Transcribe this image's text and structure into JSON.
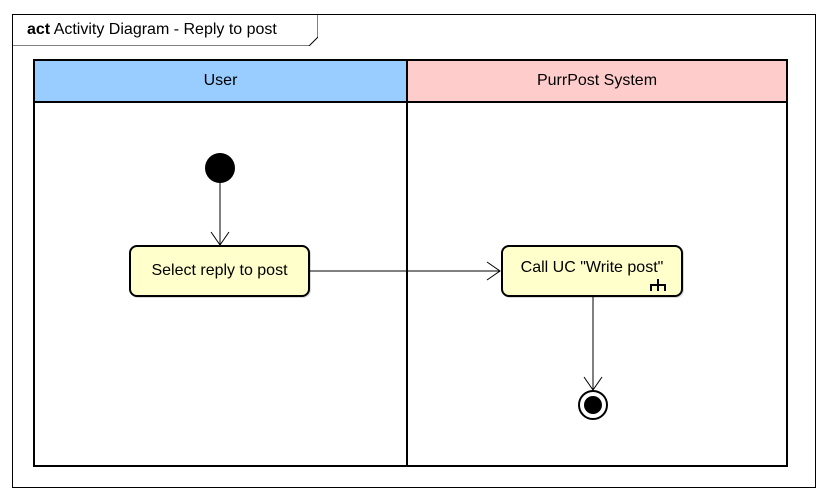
{
  "frame": {
    "keyword": "act",
    "title": "Activity Diagram - Reply to post"
  },
  "lanes": [
    {
      "label": "User",
      "color": "#99ccff"
    },
    {
      "label": "PurrPost System",
      "color": "#ffcccc"
    }
  ],
  "actions": {
    "select_reply": {
      "label": "Select reply to post"
    },
    "call_uc": {
      "label": "Call UC \"Write post\""
    }
  },
  "colors": {
    "action_fill": "#ffffcc",
    "line": "#000000"
  },
  "icons": {
    "call_behavior": "rake-icon",
    "initial": "initial-node",
    "final": "activity-final-node"
  }
}
